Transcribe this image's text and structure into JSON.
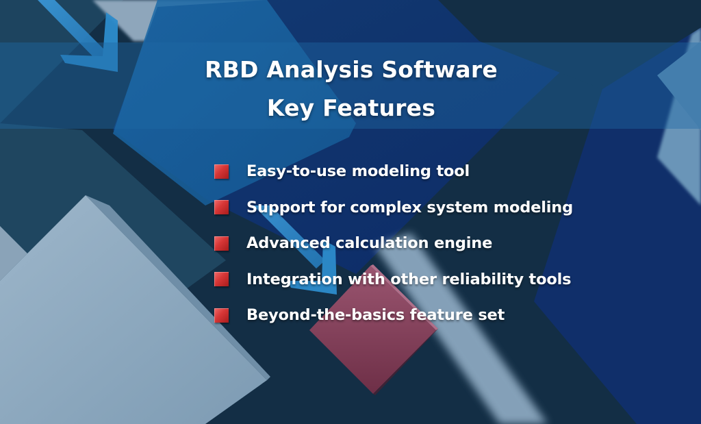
{
  "slide": {
    "title_line1": "RBD Analysis Software",
    "title_line2": "Key Features",
    "features": [
      {
        "label": "Easy-to-use modeling tool",
        "bullet_icon": "red-square-bullet"
      },
      {
        "label": "Support for complex system modeling",
        "bullet_icon": "red-square-bullet"
      },
      {
        "label": "Advanced calculation engine",
        "bullet_icon": "red-square-bullet"
      },
      {
        "label": "Integration with other reliability tools",
        "bullet_icon": "red-square-bullet"
      },
      {
        "label": "Beyond-the-basics feature set",
        "bullet_icon": "red-square-bullet"
      }
    ]
  },
  "colors": {
    "background": "#132e45",
    "header_band": "#1e69a5",
    "text": "#ffffff",
    "bullet": "#d63636",
    "accent_diamond": "#8a3f5a",
    "arrow": "#2f86c6",
    "pale_shape": "#8aa8c0",
    "deep_blue": "#0f2f6b"
  }
}
